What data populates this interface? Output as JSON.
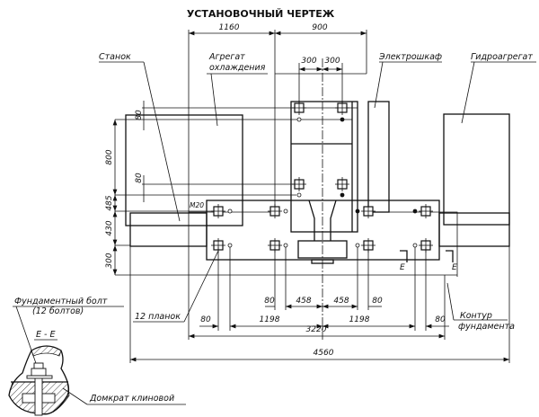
{
  "title": "УСТАНОВОЧНЫЙ ЧЕРТЕЖ",
  "labels": {
    "machine": "Станок",
    "cooling_1": "Агрегат",
    "cooling_2": "охлаждения",
    "electro": "Электрошкаф",
    "hydro": "Гидроагрегат",
    "m20": "M20",
    "plates": "12 планок",
    "contour_1": "Контур",
    "contour_2": "фундамента",
    "bolt_1": "Фундаментный болт",
    "bolt_2": "(12 болтов)",
    "section": "Е - Е",
    "jack": "Домкрат клиновой",
    "e_mark": "Е"
  },
  "dimensions": {
    "top_1160": "1160",
    "top_900": "900",
    "top_300a": "300",
    "top_300b": "300",
    "left_800": "800",
    "left_485": "485",
    "left_430": "430",
    "left_300": "300",
    "small_80a": "80",
    "small_80b": "80",
    "row1": [
      "80",
      "458",
      "458",
      "80"
    ],
    "row2": [
      "80",
      "1198",
      "1198",
      "80"
    ],
    "total_3220": "3220",
    "total_4560": "4560"
  }
}
